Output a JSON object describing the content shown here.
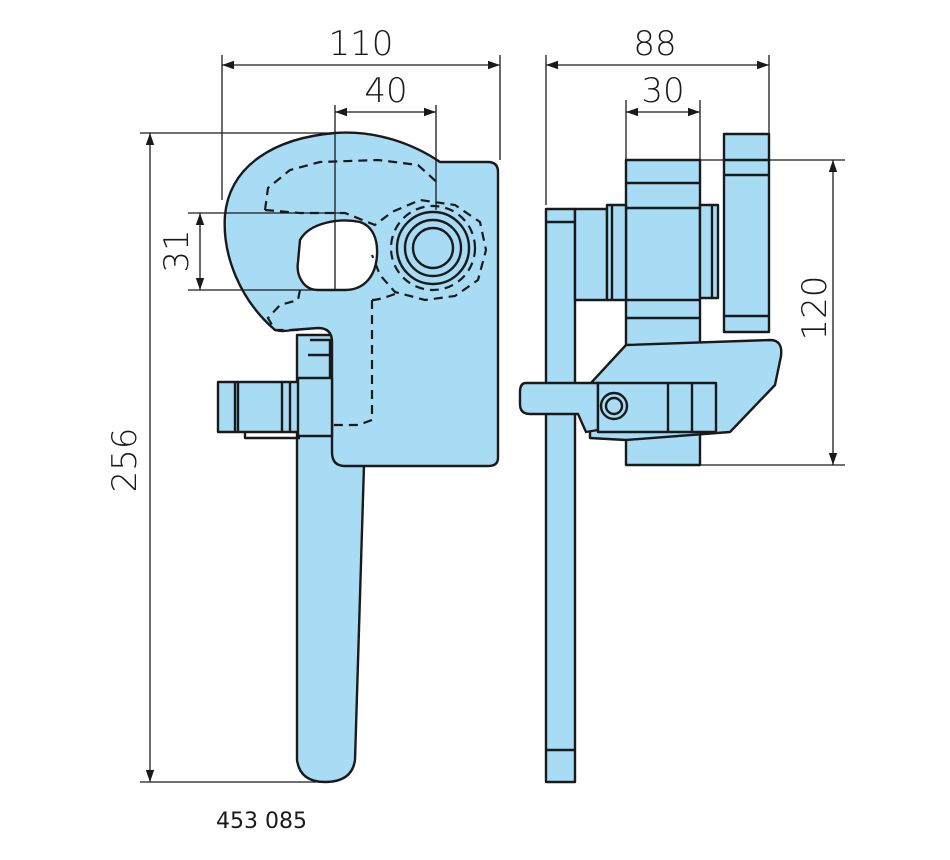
{
  "dimensions": {
    "width_total": "110",
    "hole_offset": "40",
    "opening": "31",
    "height_total": "256",
    "depth_total": "88",
    "jaw_width": "30",
    "clamp_height": "120"
  },
  "article_number": "453 085",
  "colors": {
    "part_fill": "#a8dcf5",
    "line": "#1a1a1a",
    "background": "#ffffff"
  }
}
